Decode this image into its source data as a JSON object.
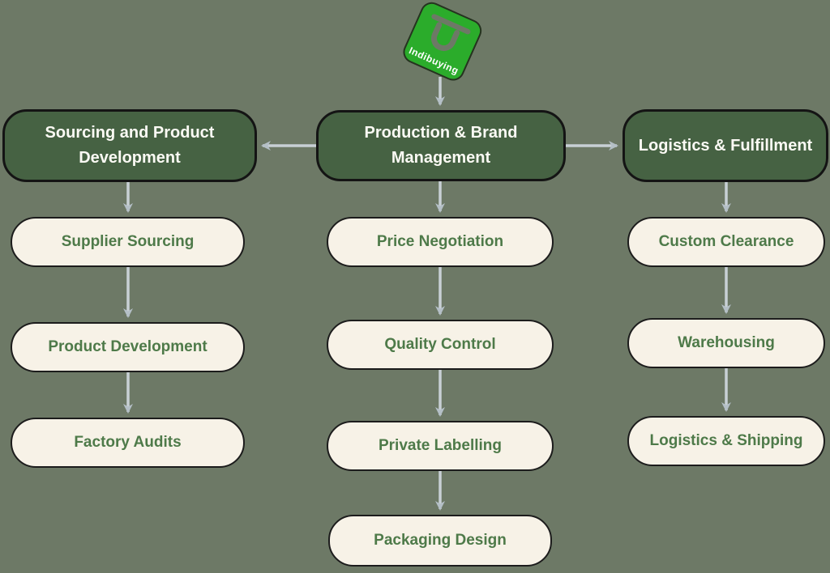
{
  "logo": {
    "brand": "Indibuying"
  },
  "colors": {
    "bg": "#6d7966",
    "header_bg": "#466243",
    "header_text": "#fbfaf4",
    "header_border": "#141414",
    "node_bg": "#f7f2e7",
    "node_border": "#1c1c1c",
    "node_text": "#4e7a49",
    "arrow_stem": "#c8d0d5",
    "arrow_head": "#b4bfc6",
    "bag_green": "#2bac2b",
    "bag_outline": "#25331f",
    "brand_text": "#ffffff"
  },
  "flow": {
    "columns": [
      {
        "header": "Sourcing and Product Development",
        "items": [
          "Supplier Sourcing",
          "Product Development",
          "Factory Audits"
        ]
      },
      {
        "header": "Production & Brand Management",
        "items": [
          "Price Negotiation",
          "Quality Control",
          "Private Labelling",
          "Packaging Design"
        ]
      },
      {
        "header": "Logistics & Fulfillment",
        "items": [
          "Custom Clearance",
          "Warehousing",
          "Logistics & Shipping"
        ]
      }
    ]
  }
}
